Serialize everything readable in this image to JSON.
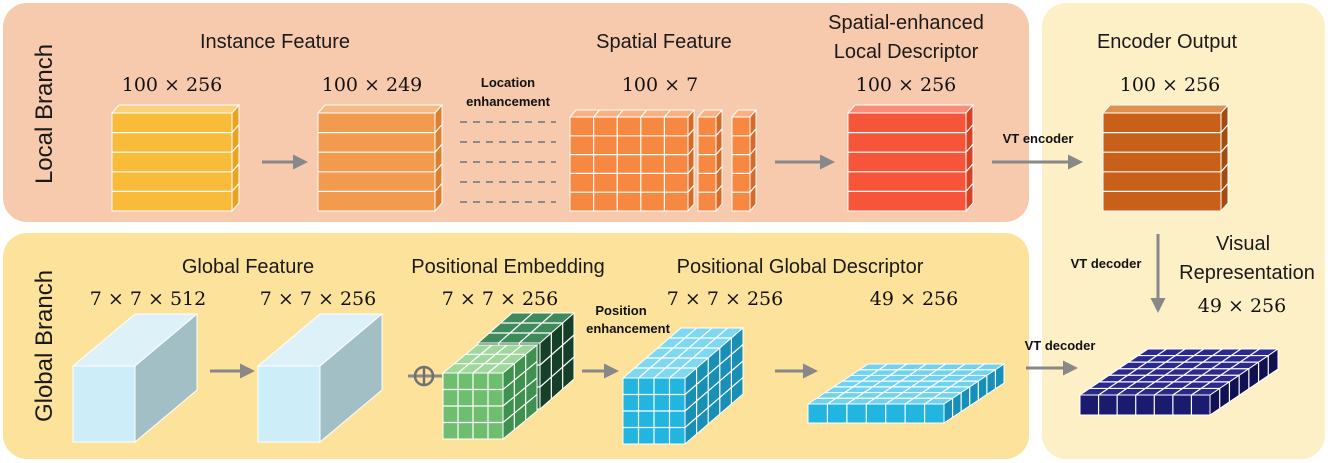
{
  "branches": {
    "local": "Local Branch",
    "global": "Global Branch"
  },
  "local": {
    "instance_feature": "Instance Feature",
    "instance_dim": "100 × 256",
    "reduced_dim": "100 × 249",
    "location_enhancement": [
      "Location",
      "enhancement"
    ],
    "spatial_feature": "Spatial Feature",
    "spatial_dim": "100 × 7",
    "descriptor_title": [
      "Spatial-enhanced",
      "Local Descriptor"
    ],
    "descriptor_dim": "100 × 256"
  },
  "encoder": {
    "title": "Encoder Output",
    "dim": "100 × 256",
    "vt_encoder": "VT encoder",
    "vt_decoder_vertical": "VT decoder",
    "vt_decoder_horizontal": "VT decoder",
    "visual_representation": [
      "Visual",
      "Representation"
    ],
    "visual_dim": "49 × 256"
  },
  "global": {
    "global_feature": "Global Feature",
    "global_dim": "7 × 7 × 512",
    "reduced_dim": "7 × 7 × 256",
    "positional_embedding": "Positional Embedding",
    "positional_dim": "7 × 7 × 256",
    "position_enhancement": [
      "Position",
      "enhancement"
    ],
    "descriptor_title": "Positional Global Descriptor",
    "descriptor_dim": "7 × 7 × 256",
    "flat_dim": "49 × 256"
  },
  "colors": {
    "local_bg": "#f7c9ad",
    "global_bg": "#fde29b",
    "encoder_bg": "#fdefc6",
    "instance": "#f9bb3a",
    "reduced": "#f29a4e",
    "spatial": "#f78842",
    "descriptor": "#f6553a",
    "encoder_out": "#c8601a",
    "global_cube": "#cdeef8",
    "embed_light": "#6fbe6f",
    "embed_dark": "#2f6b45",
    "pos_descriptor": "#22b5e0",
    "visual": "#1a1a6e",
    "arrow": "#888888"
  }
}
